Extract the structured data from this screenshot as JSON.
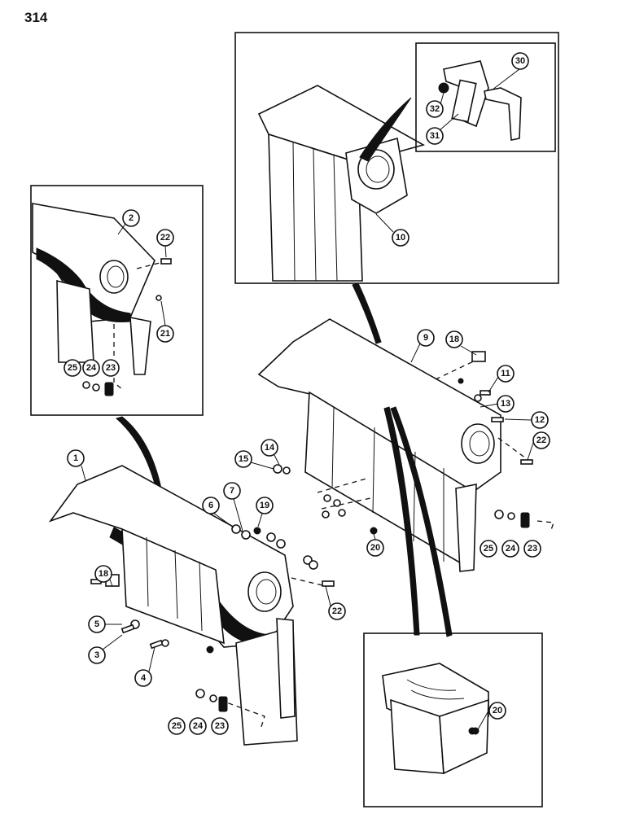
{
  "page_number": "314",
  "callouts": [
    "1",
    "2",
    "3",
    "4",
    "5",
    "6",
    "7",
    "9",
    "10",
    "11",
    "12",
    "13",
    "14",
    "15",
    "18",
    "19",
    "20",
    "21",
    "22",
    "23",
    "24",
    "25",
    "30",
    "31",
    "32"
  ]
}
